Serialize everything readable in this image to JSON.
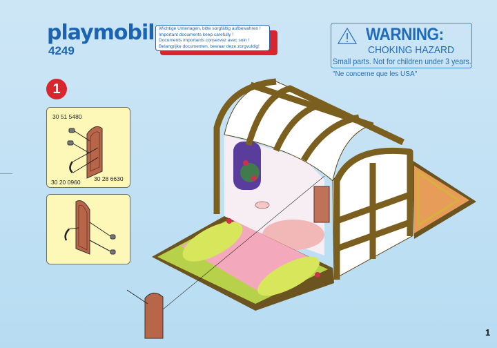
{
  "header": {
    "brand": "playmobil",
    "model_number": "4249",
    "notice_lines": [
      "Wichtige Unterlagen, bitte sorgfältig aufbewahren !",
      "Important documents keep carefully !",
      "Documents importants conservez avec soin !",
      "Belangrijke documenten, bewaar deze zorgvuldig!"
    ]
  },
  "warning": {
    "title": "WARNING:",
    "subtitle": "CHOKING HAZARD",
    "text": "Small parts. Not for children under 3 years.",
    "note": "\"Ne concerne que les USA\""
  },
  "step": {
    "number": "1"
  },
  "parts_panel": {
    "part_top": "30 51 5480",
    "part_bottom_left": "30 20 0960",
    "part_bottom_right": "30 28 6630"
  },
  "footer": {
    "page_number": "1"
  },
  "colors": {
    "brand_blue": "#1b64b4",
    "accent_red": "#d8262f",
    "panel_yellow": "#fdf7b8",
    "chest_brown": "#7a5f1e"
  }
}
